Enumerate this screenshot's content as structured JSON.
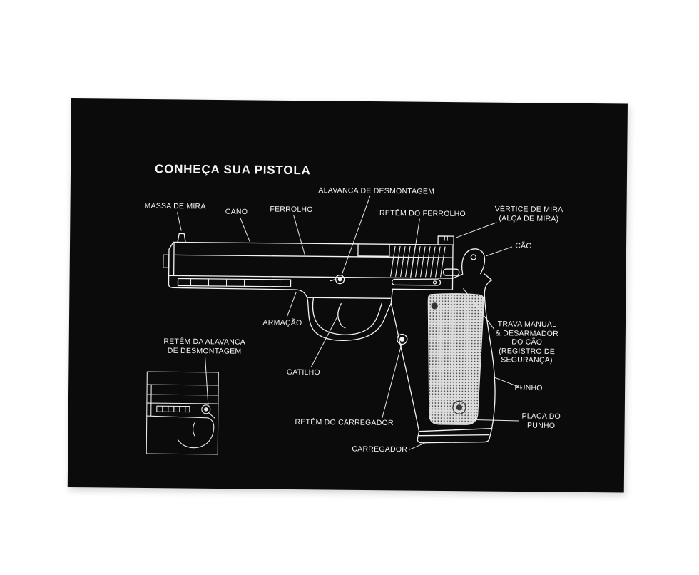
{
  "poster": {
    "title": "CONHEÇA SUA PISTOLA",
    "colors": {
      "page_bg": "#ffffff",
      "poster_bg": "#0b0b0b",
      "ink": "#f5f5f5"
    },
    "labels": {
      "massa_de_mira": "MASSA DE MIRA",
      "cano": "CANO",
      "ferrolho": "FERROLHO",
      "alavanca_de_desmontagem": "ALAVANCA DE DESMONTAGEM",
      "retem_do_ferrolho": "RETÉM DO FERROLHO",
      "vertice_de_mira": "VÉRTICE DE MIRA\n(ALÇA DE MIRA)",
      "cao": "CÃO",
      "armacao": "ARMAÇÃO",
      "retem_da_alavanca_de_desmontagem": "RETÉM DA ALAVANCA\nDE DESMONTAGEM",
      "gatilho": "GATILHO",
      "retem_do_carregador": "RETÉM DO CARREGADOR",
      "carregador": "CARREGADOR",
      "trava_manual": "TRAVA MANUAL\n& DESARMADOR\nDO CÃO\n(REGISTRO DE\nSEGURANÇA)",
      "punho": "PUNHO",
      "placa_do_punho": "PLACA DO\nPUNHO"
    }
  }
}
